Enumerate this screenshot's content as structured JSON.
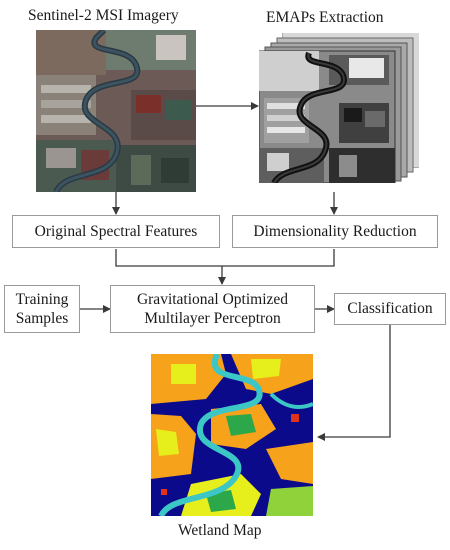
{
  "images": {
    "sentinel_title": "Sentinel-2 MSI Imagery",
    "emaps_title": "EMAPs Extraction",
    "wetland_title": "Wetland Map"
  },
  "boxes": {
    "original_spectral": "Original Spectral Features",
    "dimensionality": "Dimensionality Reduction",
    "training_line1": "Training",
    "training_line2": "Samples",
    "gravitational_line1": "Gravitational Optimized",
    "gravitational_line2": "Multilayer Perceptron",
    "classification": "Classification"
  },
  "colors": {
    "wetland_water": "#0a0a8a",
    "wetland_orange": "#f6a21a",
    "wetland_yellow": "#e6ee1c",
    "wetland_green": "#2ca84a",
    "wetland_cyan": "#3cc6c6",
    "wetland_red": "#e0301e",
    "wetland_lime": "#8fd23a",
    "box_border": "#9a9a9a",
    "arrow": "#3a3a3a"
  }
}
